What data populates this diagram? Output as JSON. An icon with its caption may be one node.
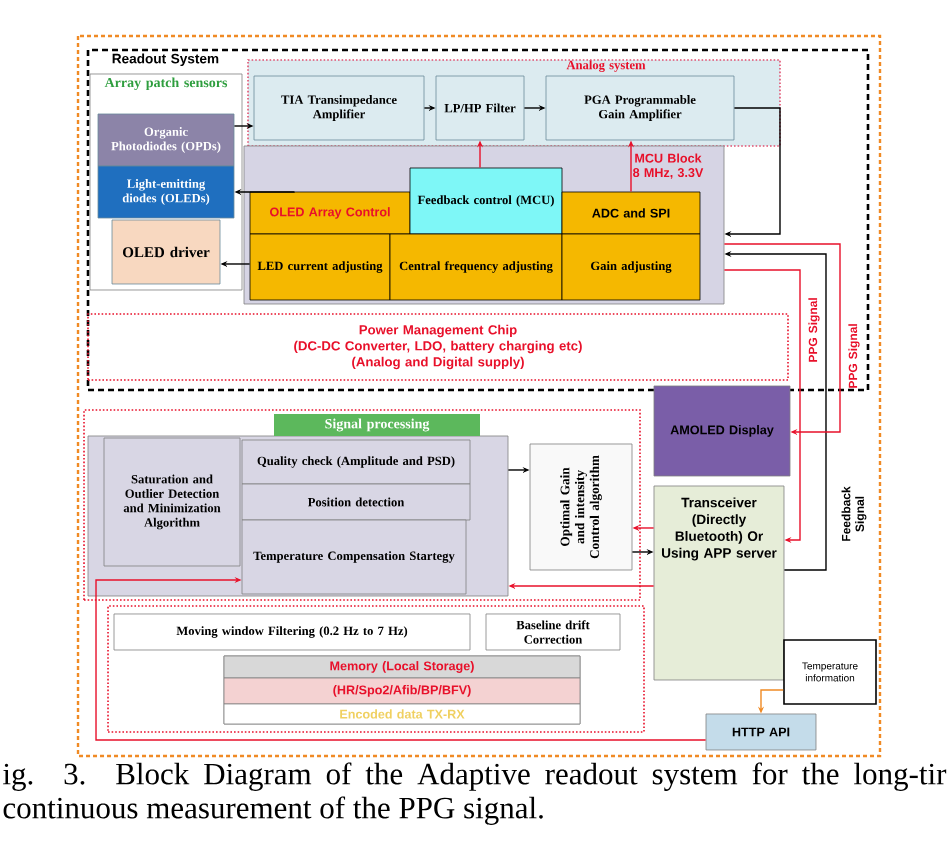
{
  "diagram": {
    "caption": "ig. 3. Block Diagram of the Adaptive readout system for the long-tir continuous measurement of the PPG signal.",
    "nodes": [
      {
        "text": [
          "Readout System"
        ]
      },
      {
        "text": [
          "Array patch sensors"
        ],
        "in": 0
      },
      {
        "text": [
          "Organic Photodiodes (OPDs)"
        ],
        "in": 1
      },
      {
        "text": [
          "Light-emitting diodes (OLEDs)"
        ],
        "in": 1
      },
      {
        "text": [
          "OLED driver"
        ],
        "in": 1
      },
      {
        "text": [
          "Analog system"
        ],
        "in": 0
      },
      {
        "text": [
          "TIA Transimpedance Amplifier"
        ],
        "in": 5
      },
      {
        "text": [
          "LP/HP Filter"
        ],
        "in": 5
      },
      {
        "text": [
          "PGA Programmable Gain Amplifier"
        ],
        "in": 5
      },
      {
        "text": [
          "MCU Block 8 MHz, 3.3V"
        ],
        "in": 0
      },
      {
        "text": [
          "OLED Array Control"
        ],
        "in": 9
      },
      {
        "text": [
          "Feedback control (MCU)"
        ],
        "in": 9
      },
      {
        "text": [
          "ADC and SPI"
        ],
        "in": 9
      },
      {
        "text": [
          "LED current adjusting"
        ],
        "in": 9
      },
      {
        "text": [
          "Central frequency adjusting"
        ],
        "in": 9
      },
      {
        "text": [
          "Gain adjusting"
        ],
        "in": 9
      },
      {
        "text": [
          "Power Management Chip",
          "(DC-DC Converter, LDO, battery charging etc)",
          "(Analog and Digital supply)"
        ],
        "in": 0
      },
      {
        "text": [],
        "shape": "box"
      },
      {
        "text": [
          "Signal processing"
        ],
        "in": 17
      },
      {
        "text": [
          "Saturation and Outlier Detection and Minimization Algorithm"
        ],
        "in": 18
      },
      {
        "text": [
          "Quality check (Amplitude and PSD)"
        ],
        "in": 18
      },
      {
        "text": [
          "Position detection"
        ],
        "in": 18
      },
      {
        "text": [
          "Temperature Compensation Startegy"
        ],
        "in": 18
      },
      {
        "text": [
          "Optimal Gain and intensity Control algorithm"
        ],
        "in": 17
      },
      {
        "text": [],
        "shape": "box"
      },
      {
        "text": [
          "Moving window Filtering (0.2 Hz to 7 Hz)"
        ],
        "in": 24
      },
      {
        "text": [
          "Baseline drift Correction"
        ],
        "in": 24
      },
      {
        "text": [
          "Memory (Local Storage)",
          "(HR/Spo2/Afib/BP/BFV)",
          "Encoded data TX-RX"
        ],
        "in": 24
      },
      {
        "text": [
          "AMOLED Display"
        ]
      },
      {
        "text": [
          "Transceiver (Directly Bluetooth) Or Using APP server"
        ]
      },
      {
        "text": [
          "Temperature information"
        ]
      },
      {
        "text": [
          "HTTP API"
        ]
      }
    ],
    "edges": [
      {
        "from": 2,
        "to": 6,
        "arrow": "to"
      },
      {
        "from": 6,
        "to": 7,
        "arrow": "to"
      },
      {
        "from": 7,
        "to": 8,
        "arrow": "to"
      },
      {
        "from": 10,
        "to": 3,
        "arrow": "to"
      },
      {
        "from": 13,
        "to": 4,
        "arrow": "to"
      },
      {
        "from": 8,
        "to": 9,
        "arrow": "to"
      },
      {
        "from": 11,
        "to": 7,
        "arrow": "to",
        "color": "#e8102a"
      },
      {
        "from": 12,
        "to": 8,
        "arrow": "to",
        "color": "#e8102a"
      },
      {
        "from": 29,
        "to": 9,
        "arrow": "to"
      },
      {
        "from": 9,
        "to": 29,
        "arrow": "to",
        "color": "#e8102a"
      },
      {
        "from": 9,
        "to": 28,
        "arrow": "to",
        "color": "#e8102a"
      },
      {
        "from": 29,
        "to": 23,
        "arrow": "to",
        "color": "#e8102a"
      },
      {
        "from": 23,
        "to": 29,
        "arrow": "to"
      },
      {
        "from": 29,
        "to": 18,
        "arrow": "to",
        "color": "#e8102a"
      },
      {
        "from": 18,
        "to": 23,
        "arrow": "to"
      },
      {
        "from": 31,
        "to": 22,
        "arrow": "to",
        "color": "#e8102a"
      },
      {
        "from": 30,
        "to": 31,
        "arrow": "to",
        "color": "#f08a24"
      }
    ],
    "labels": [
      "PPG Signal",
      "PPG Signal",
      "Feedback Signal"
    ]
  }
}
